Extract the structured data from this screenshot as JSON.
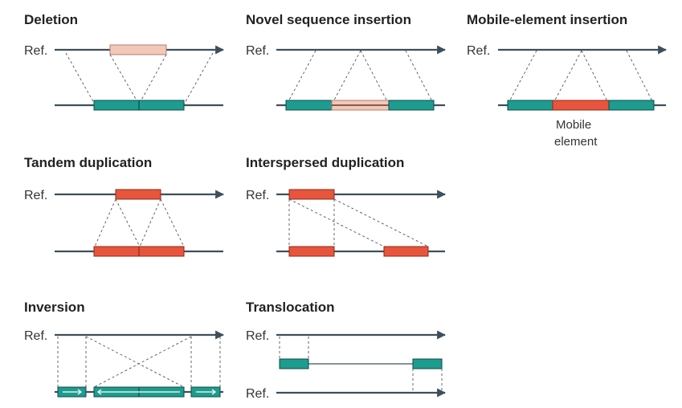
{
  "panels": {
    "deletion": {
      "title": "Deletion",
      "ref": "Ref."
    },
    "novel_insertion": {
      "title": "Novel sequence insertion",
      "ref": "Ref."
    },
    "mobile_insertion": {
      "title": "Mobile-element insertion",
      "ref": "Ref.",
      "label_line1": "Mobile",
      "label_line2": "element"
    },
    "tandem": {
      "title": "Tandem duplication",
      "ref": "Ref."
    },
    "interspersed": {
      "title": "Interspersed duplication",
      "ref": "Ref."
    },
    "inversion": {
      "title": "Inversion",
      "ref": "Ref."
    },
    "translocation": {
      "title": "Translocation",
      "ref_top": "Ref.",
      "ref_bottom": "Ref."
    }
  },
  "colors": {
    "teal": "#1d9c8f",
    "red": "#e8553c",
    "pale": "#f2c8b8",
    "line": "#3e4f5c"
  }
}
